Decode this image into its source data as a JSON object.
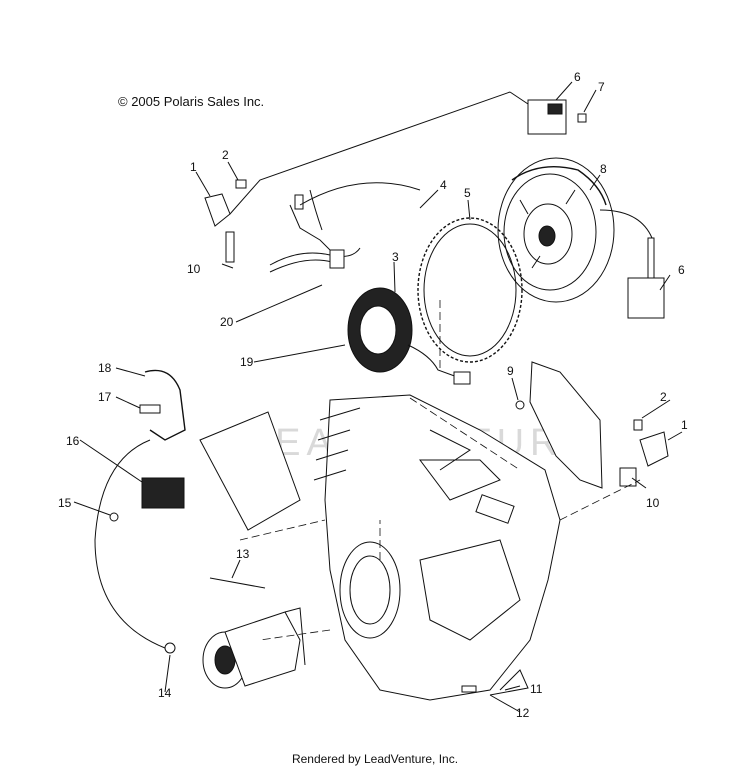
{
  "copyright": "© 2005 Polaris Sales Inc.",
  "footer": "Rendered by LeadVenture, Inc.",
  "watermark": "LEADVENTURE",
  "callouts": {
    "c1a": "1",
    "c1b": "1",
    "c2a": "2",
    "c2b": "2",
    "c3": "3",
    "c4": "4",
    "c5": "5",
    "c6a": "6",
    "c6b": "6",
    "c7": "7",
    "c8": "8",
    "c9": "9",
    "c10a": "10",
    "c10b": "10",
    "c11": "11",
    "c12": "12",
    "c13": "13",
    "c14": "14",
    "c15": "15",
    "c16": "16",
    "c17": "17",
    "c18": "18",
    "c19": "19",
    "c20": "20"
  }
}
